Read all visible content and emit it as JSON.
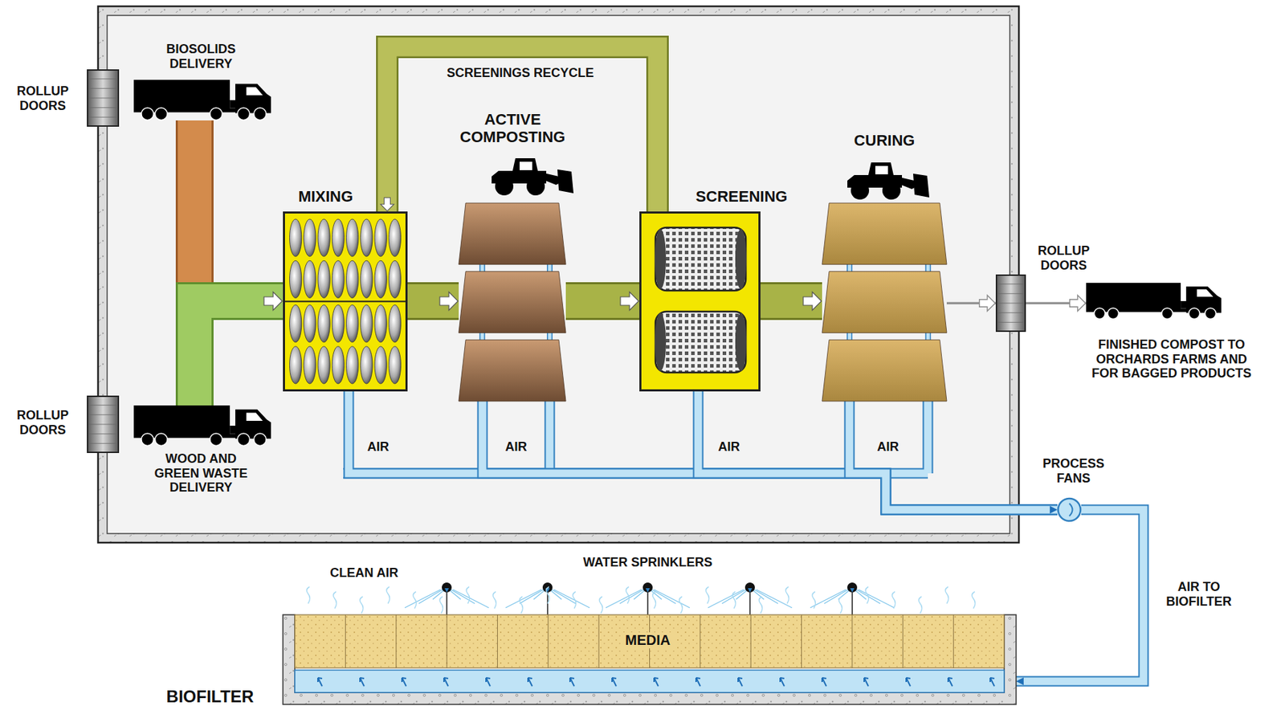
{
  "diagram": {
    "nodes": [
      {
        "text": [
          "ROLLUP DOORS"
        ]
      },
      {
        "text": [
          "BIOSOLIDS DELIVERY"
        ]
      },
      {
        "text": [
          "MIXING"
        ]
      },
      {
        "text": [
          "ACTIVE COMPOSTING"
        ]
      },
      {
        "text": [
          "SCREENING"
        ]
      },
      {
        "text": [
          "CURING"
        ]
      },
      {
        "text": [
          "ROLLUP DOORS"
        ]
      },
      {
        "text": [
          "FINISHED COMPOST TO ORCHARDS FARMS AND FOR BAGGED PRODUCTS"
        ]
      },
      {
        "text": [
          "ROLLUP DOORS"
        ]
      },
      {
        "text": [
          "WOOD AND GREEN WASTE DELIVERY"
        ]
      },
      {
        "text": [
          "PROCESS FANS"
        ]
      },
      {
        "text": [
          "BIOFILTER",
          "MEDIA"
        ]
      }
    ],
    "edges": [
      {
        "from": 1,
        "to": 2,
        "arrow": "to"
      },
      {
        "from": 9,
        "to": 2,
        "arrow": "to"
      },
      {
        "from": 2,
        "to": 3,
        "arrow": "to"
      },
      {
        "from": 3,
        "to": 4,
        "arrow": "to"
      },
      {
        "from": 4,
        "to": 5,
        "arrow": "to"
      },
      {
        "from": 4,
        "to": 2,
        "label": "SCREENINGS RECYCLE",
        "arrow": "to"
      },
      {
        "from": 5,
        "to": 6,
        "arrow": "to"
      },
      {
        "from": 6,
        "to": 7,
        "arrow": "to"
      },
      {
        "from": 2,
        "to": 10,
        "label": "AIR",
        "arrow": "to"
      },
      {
        "from": 3,
        "to": 10,
        "label": "AIR",
        "arrow": "to"
      },
      {
        "from": 4,
        "to": 10,
        "label": "AIR",
        "arrow": "to"
      },
      {
        "from": 5,
        "to": 10,
        "label": "AIR",
        "arrow": "to"
      },
      {
        "from": 10,
        "to": 11,
        "label": "AIR TO BIOFILTER",
        "arrow": "to"
      }
    ],
    "labels": [
      "CLEAN AIR",
      "WATER SPRINKLERS"
    ]
  }
}
